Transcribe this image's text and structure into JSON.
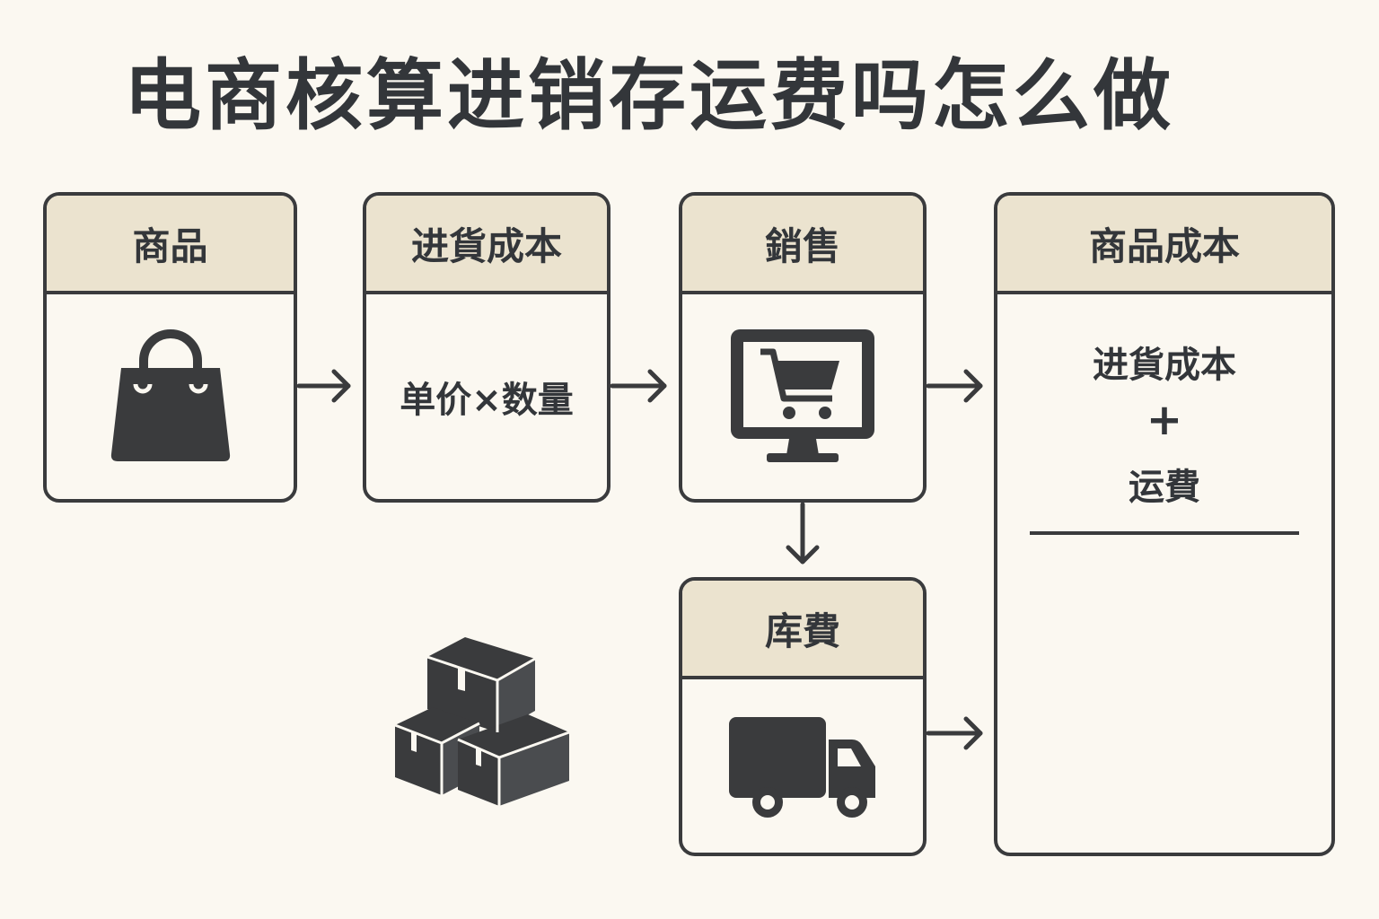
{
  "title": "电商核算进销存运费吗怎么做",
  "nodes": {
    "product": {
      "header": "商品",
      "icon": "shopping-bag-icon"
    },
    "purchase_cost": {
      "header": "进貨成本",
      "body": "单价×数量"
    },
    "sales": {
      "header": "銷售",
      "icon": "monitor-cart-icon"
    },
    "warehouse_fee": {
      "header": "库費",
      "icon": "delivery-truck-icon"
    },
    "product_cost": {
      "header": "商品成本",
      "line1": "进貨成本",
      "operator": "+",
      "line2": "运費"
    }
  },
  "decor": {
    "icon": "stacked-boxes-icon"
  },
  "colors": {
    "background": "#fbf8f1",
    "header_fill": "#ebe3cf",
    "stroke": "#3a3b3d",
    "text": "#33363a"
  }
}
